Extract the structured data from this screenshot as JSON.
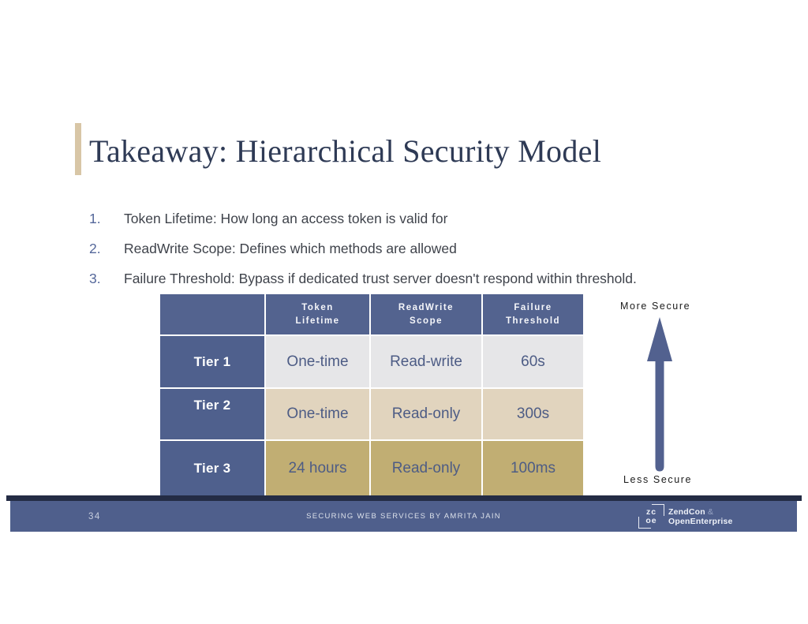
{
  "slide": {
    "title": "Takeaway: Hierarchical Security Model",
    "list": [
      {
        "num": "1.",
        "text": "Token Lifetime: How long an access token is valid for"
      },
      {
        "num": "2.",
        "text": "ReadWrite Scope: Defines which methods are allowed"
      },
      {
        "num": "3.",
        "text": "Failure Threshold: Bypass if dedicated trust server doesn't respond within threshold."
      }
    ],
    "table": {
      "columns": [
        {
          "line1": "Token",
          "line2": "Lifetime"
        },
        {
          "line1": "ReadWrite",
          "line2": "Scope"
        },
        {
          "line1": "Failure",
          "line2": "Threshold"
        }
      ],
      "rows": [
        {
          "label": "Tier 1",
          "cells": [
            "One-time",
            "Read-write",
            "60s"
          ]
        },
        {
          "label": "Tier 2",
          "cells": [
            "One-time",
            "Read-only",
            "300s"
          ]
        },
        {
          "label": "Tier 3",
          "cells": [
            "24 hours",
            "Read-only",
            "100ms"
          ]
        }
      ]
    },
    "arrow": {
      "top_label": "More Secure",
      "bottom_label": "Less Secure"
    },
    "footer": {
      "page_number": "34",
      "center_text": "SECURING WEB SERVICES BY AMRITA JAIN",
      "logo": {
        "icon_line1": "zc",
        "icon_line2": "oe",
        "brand_line1": "ZendCon",
        "brand_amp": "&",
        "brand_line2": "OpenEnterprise"
      }
    },
    "colors": {
      "accent_beige": "#d8c6a6",
      "title_navy": "#2e3a55",
      "slate_blue": "#53638f",
      "tier_label_blue": "#4f608d",
      "row_tier1_gray": "#e6e6e8",
      "row_tier2_tan": "#e1d4be",
      "row_tier3_khaki": "#c1ae73",
      "data_text_slate": "#4d5c85",
      "footer_bar": "#4f5f8c",
      "footer_strip_navy": "#242c45",
      "arrow_slate": "#52618f"
    }
  }
}
